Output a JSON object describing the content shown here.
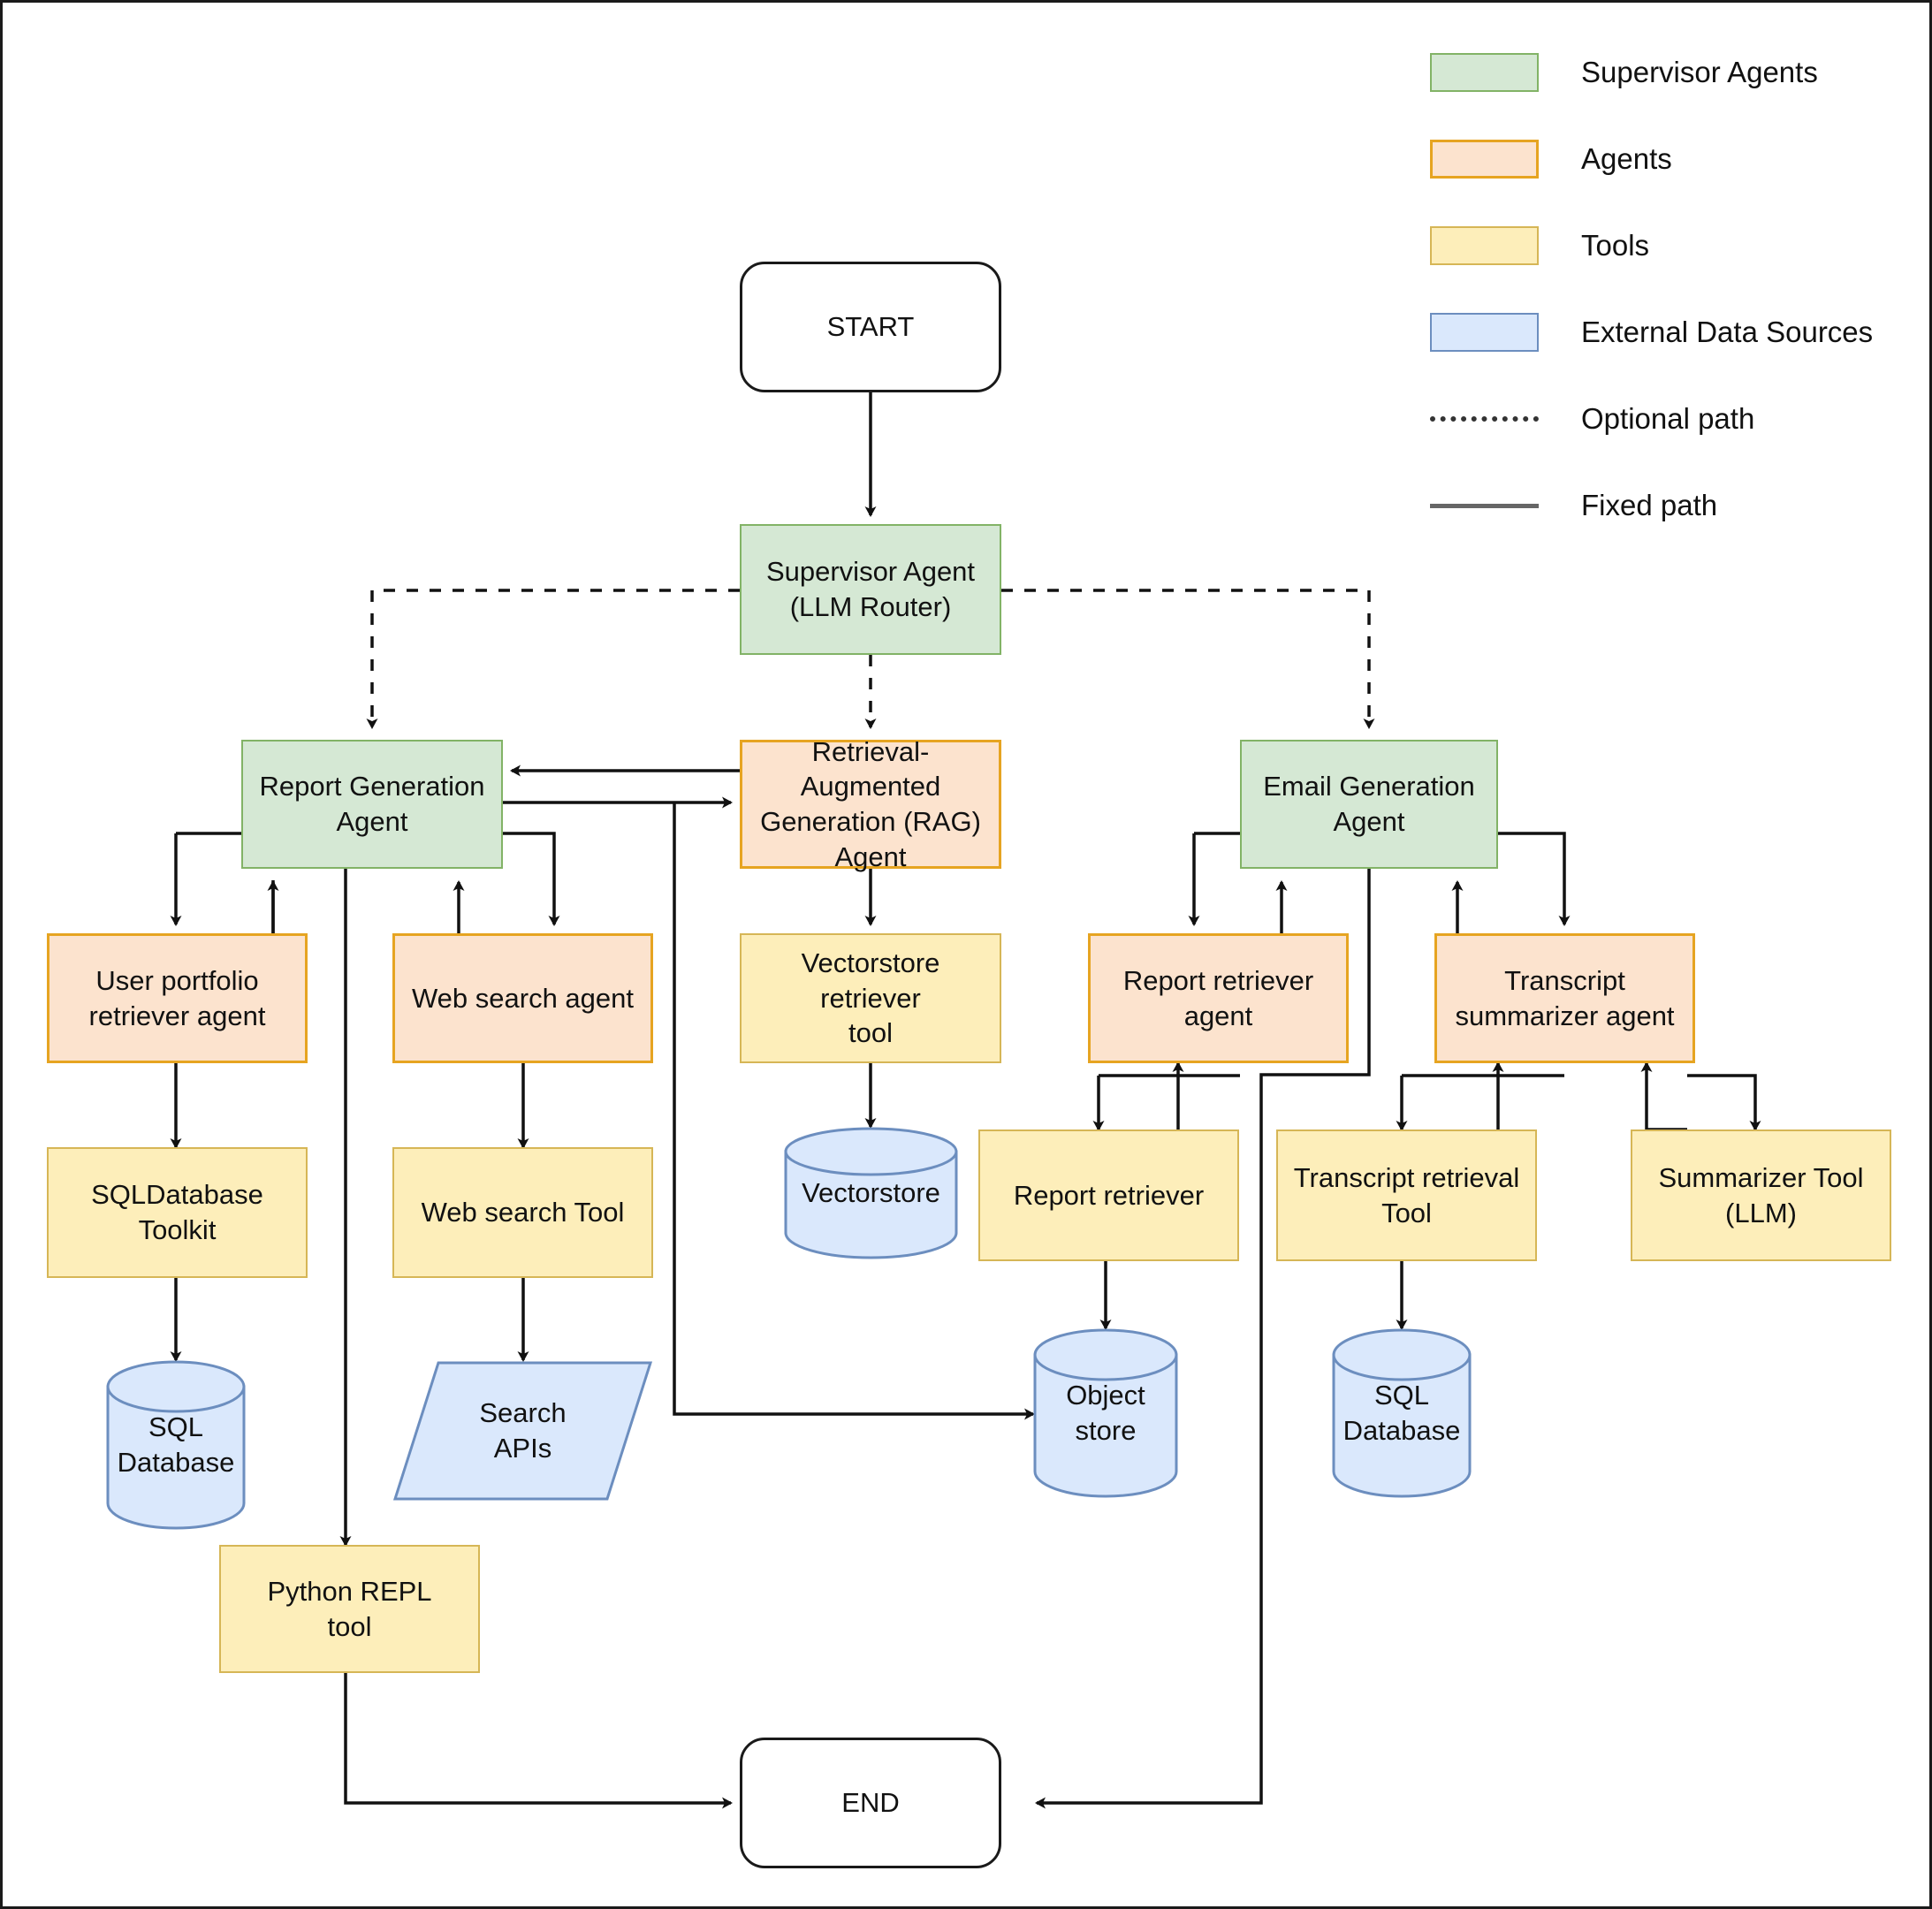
{
  "legend": {
    "items": [
      {
        "label": "Supervisor Agents",
        "swatch": "supervisor-swatch",
        "color": "#d5e8d4",
        "border": "#82b366"
      },
      {
        "label": "Agents",
        "swatch": "agents-swatch",
        "color": "#fce3ce",
        "border": "#e6a421"
      },
      {
        "label": "Tools",
        "swatch": "tools-swatch",
        "color": "#fdeeba",
        "border": "#d6b656"
      },
      {
        "label": "External Data Sources",
        "swatch": "data-swatch",
        "color": "#dae8fc",
        "border": "#6c8ebf"
      },
      {
        "label": "Optional path",
        "swatch": "dotted-line",
        "color": "#333333",
        "border": "#333333"
      },
      {
        "label": "Fixed path",
        "swatch": "solid-line",
        "color": "#666666",
        "border": "#666666"
      }
    ]
  },
  "nodes": {
    "start": "START",
    "supervisor_agent": "Supervisor Agent\n(LLM Router)",
    "report_generation_agent": "Report Generation\nAgent",
    "rag_agent": "Retrieval-Augmented\nGeneration (RAG)\nAgent",
    "email_generation_agent": "Email Generation\nAgent",
    "user_portfolio_retriever_agent": "User portfolio\nretriever agent",
    "web_search_agent": "Web search agent",
    "vectorstore_retriever_tool": "Vectorstore retriever\ntool",
    "report_retriever_agent": "Report retriever\nagent",
    "transcript_summarizer_agent": "Transcript\nsummarizer agent",
    "sqldatabase_toolkit": "SQLDatabase Toolkit",
    "web_search_tool": "Web search Tool",
    "report_retriever": "Report retriever",
    "transcript_retrieval_tool": "Transcript retrieval\nTool",
    "summarizer_tool": "Summarizer Tool\n(LLM)",
    "sql_database_left": "SQL\nDatabase",
    "search_apis": "Search\nAPIs",
    "vectorstore": "Vectorstore",
    "object_store": "Object\nstore",
    "sql_database_right": "SQL\nDatabase",
    "python_repl_tool": "Python REPL\ntool",
    "end": "END"
  }
}
